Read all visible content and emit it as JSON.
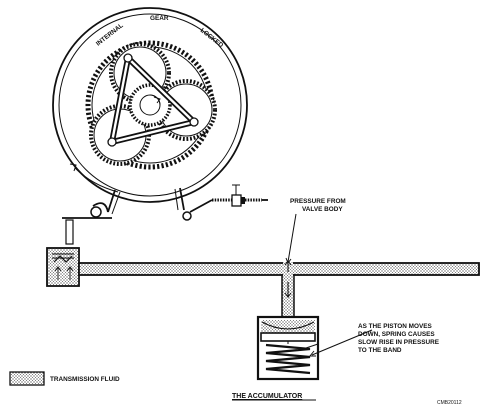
{
  "labels": {
    "internal": "INTERNAL",
    "gear": "GEAR",
    "locked": "LOCKED",
    "pressure_line1": "PRESSURE FROM",
    "pressure_line2": "VALVE BODY",
    "piston_line1": "AS THE PISTON MOVES",
    "piston_line2": "DOWN, SPRING CAUSES",
    "piston_line3": "SLOW RISE IN PRESSURE",
    "piston_line4": "TO THE BAND",
    "legend": "TRANSMISSION FLUID",
    "title": "THE ACCUMULATOR",
    "figure_id": "CMB20112"
  }
}
